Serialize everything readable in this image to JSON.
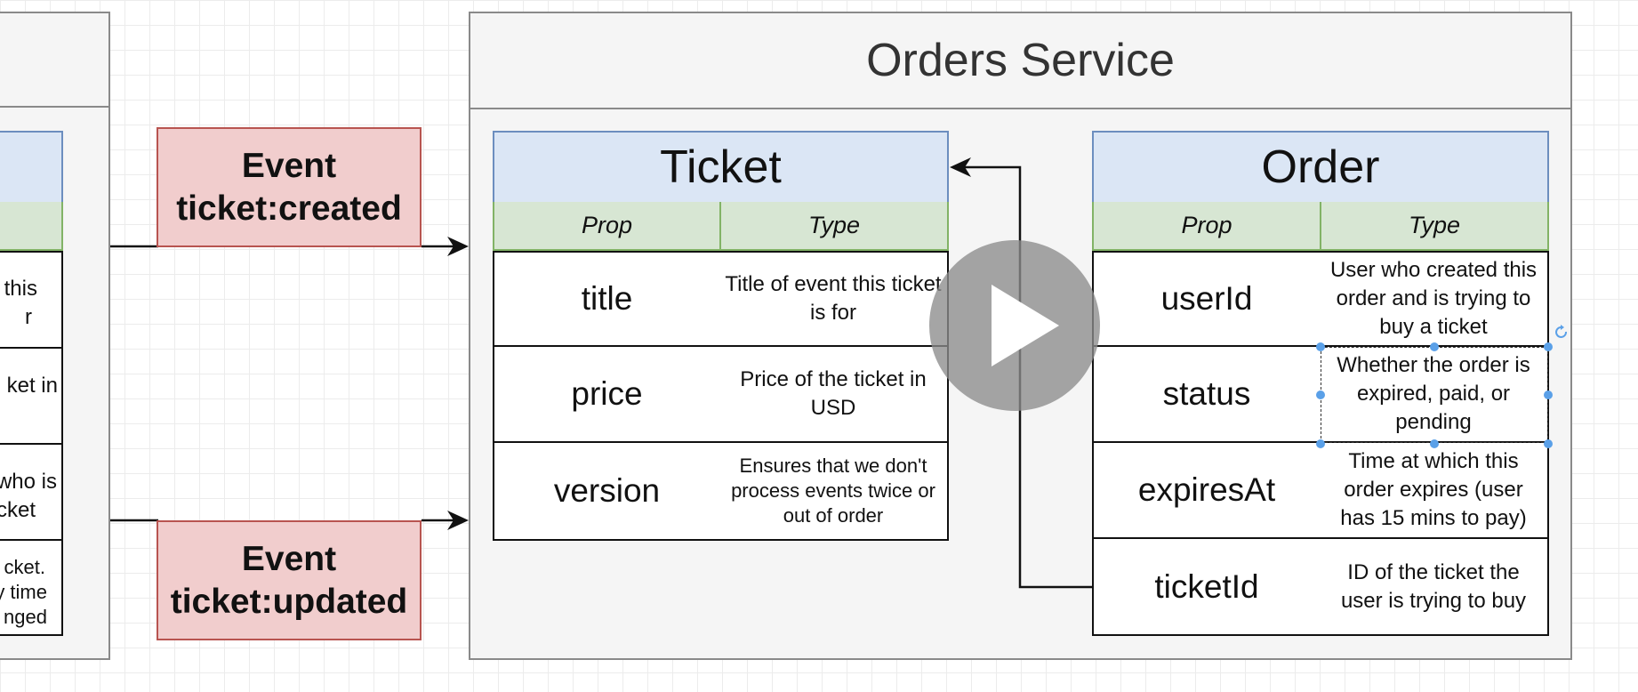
{
  "left_service": {
    "fragments": [
      "this",
      "r",
      "ket in",
      "who is",
      "cket",
      "cket.",
      "y time",
      "nged"
    ]
  },
  "events": [
    {
      "line1": "Event",
      "line2": "ticket:created"
    },
    {
      "line1": "Event",
      "line2": "ticket:updated"
    }
  ],
  "orders_service": {
    "title": "Orders Service",
    "ticket": {
      "title": "Ticket",
      "headers": {
        "prop": "Prop",
        "type": "Type"
      },
      "rows": [
        {
          "prop": "title",
          "type": "Title of event this ticket is for"
        },
        {
          "prop": "price",
          "type": "Price of the ticket in USD"
        },
        {
          "prop": "version",
          "type": "Ensures that we don't process events twice or out of order"
        }
      ]
    },
    "order": {
      "title": "Order",
      "headers": {
        "prop": "Prop",
        "type": "Type"
      },
      "rows": [
        {
          "prop": "userId",
          "type": "User who created this order and is trying to buy a ticket"
        },
        {
          "prop": "status",
          "type": "Whether the order is expired, paid, or pending"
        },
        {
          "prop": "expiresAt",
          "type": "Time at which this order expires (user has 15 mins to pay)"
        },
        {
          "prop": "ticketId",
          "type": "ID of the ticket the user is trying to buy"
        }
      ]
    }
  },
  "icons": {
    "play": "play-icon",
    "rotate": "rotate-handle-icon"
  },
  "colors": {
    "entity_title_bg": "#dbe6f5",
    "header_bg": "#d7e6d3",
    "event_bg": "#f1cdcd",
    "service_bg": "#f5f5f5",
    "selection": "#5aa0e8"
  }
}
